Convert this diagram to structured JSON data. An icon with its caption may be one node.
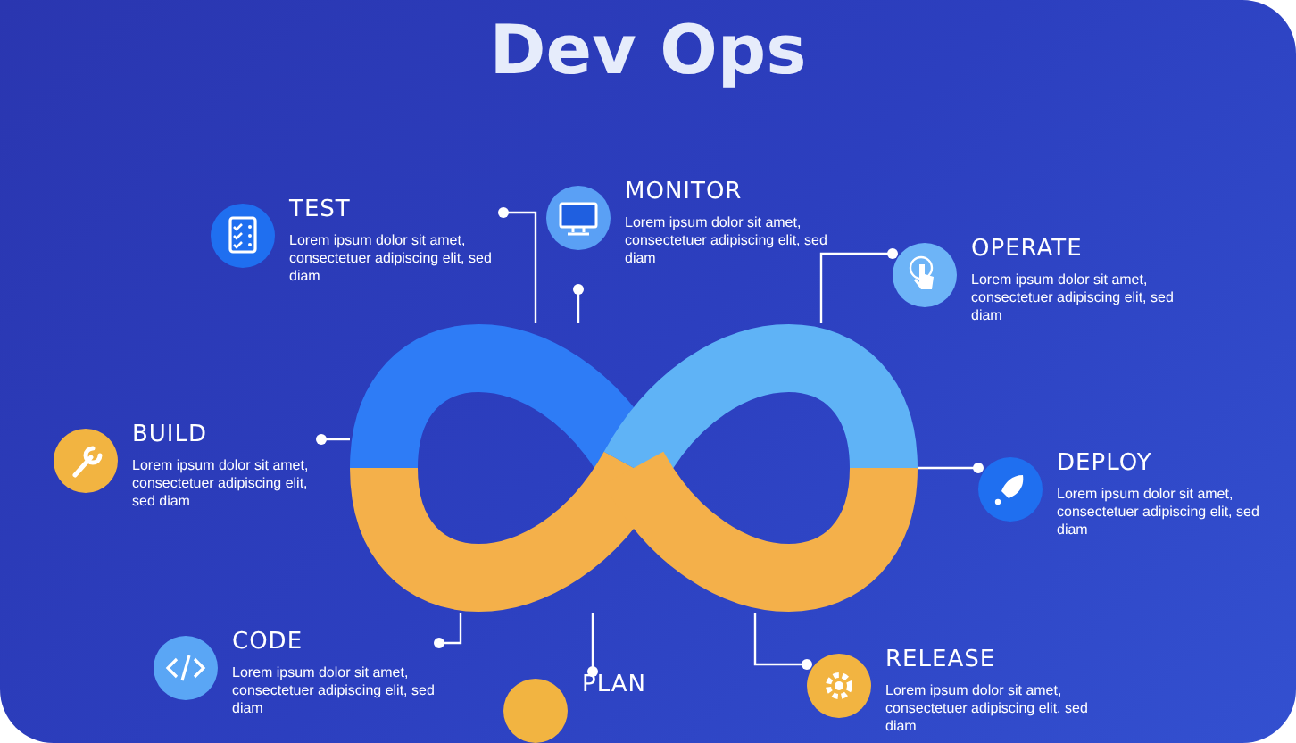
{
  "diagram": {
    "title": "Dev Ops",
    "nodes": [
      {
        "text": [
          "TEST",
          "Lorem ipsum dolor sit amet, consectetuer adipiscing elit, sed diam"
        ]
      },
      {
        "text": [
          "MONITOR",
          "Lorem ipsum dolor sit amet, consectetuer adipiscing elit, sed diam"
        ]
      },
      {
        "text": [
          "OPERATE",
          "Lorem ipsum dolor sit amet, consectetuer adipiscing elit, sed diam"
        ]
      },
      {
        "text": [
          "BUILD",
          "Lorem ipsum dolor sit amet, consectetuer adipiscing elit, sed diam"
        ]
      },
      {
        "text": [],
        "shape": "picture"
      },
      {
        "text": [
          "DEPLOY",
          "Lorem ipsum dolor sit amet, consectetuer adipiscing elit, sed diam"
        ]
      },
      {
        "text": [
          "CODE",
          "Lorem ipsum dolor sit amet, consectetuer adipiscing elit, sed diam"
        ]
      },
      {
        "text": [
          "PLAN"
        ]
      },
      {
        "text": [
          "RELEASE",
          "Lorem ipsum dolor sit amet, consectetuer adipiscing elit, sed diam"
        ]
      }
    ],
    "edges": [
      {
        "from": 0,
        "to": 4,
        "arrow": "other"
      },
      {
        "from": 1,
        "to": 4,
        "arrow": "other"
      },
      {
        "from": 2,
        "to": 4,
        "arrow": "other"
      },
      {
        "from": 3,
        "to": 4,
        "arrow": "other"
      },
      {
        "from": 5,
        "to": 4,
        "arrow": "other"
      },
      {
        "from": 6,
        "to": 4,
        "arrow": "other"
      },
      {
        "from": 7,
        "to": 4,
        "arrow": "other"
      },
      {
        "from": 8,
        "to": 4,
        "arrow": "other"
      }
    ]
  }
}
